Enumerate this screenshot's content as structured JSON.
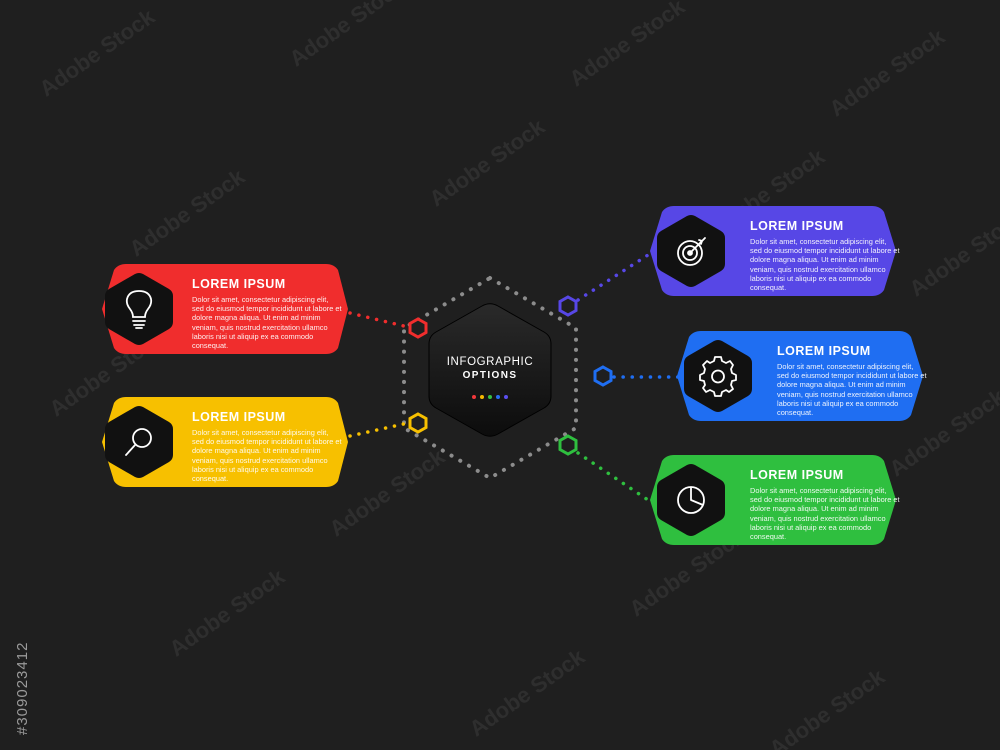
{
  "center": {
    "title": "INFOGRAPHIC",
    "subtitle": "OPTIONS",
    "dot_colors": [
      "#f2383b",
      "#f5b800",
      "#35c043",
      "#2a6cf2",
      "#5b4ff0"
    ]
  },
  "cards": [
    {
      "title": "LOREM IPSUM",
      "body": "Dolor sit amet, consectetur adipiscing elit, sed do eiusmod tempor incididunt ut labore et dolore magna aliqua. Ut enim ad minim veniam, quis nostrud exercitation ullamco laboris nisi ut aliquip ex ea commodo consequat.",
      "icon": "lightbulb-icon",
      "color": "#f02d2d"
    },
    {
      "title": "LOREM IPSUM",
      "body": "Dolor sit amet, consectetur adipiscing elit, sed do eiusmod tempor incididunt ut labore et dolore magna aliqua. Ut enim ad minim veniam, quis nostrud exercitation ullamco laboris nisi ut aliquip ex ea commodo consequat.",
      "icon": "magnifier-icon",
      "color": "#f7c000"
    },
    {
      "title": "LOREM IPSUM",
      "body": "Dolor sit amet, consectetur adipiscing elit, sed do eiusmod tempor incididunt ut labore et dolore magna aliqua. Ut enim ad minim veniam, quis nostrud exercitation ullamco laboris nisi ut aliquip ex ea commodo consequat.",
      "icon": "target-icon",
      "color": "#5747e6"
    },
    {
      "title": "LOREM IPSUM",
      "body": "Dolor sit amet, consectetur adipiscing elit, sed do eiusmod tempor incididunt ut labore et dolore magna aliqua. Ut enim ad minim veniam, quis nostrud exercitation ullamco laboris nisi ut aliquip ex ea commodo consequat.",
      "icon": "gear-icon",
      "color": "#1f6ef2"
    },
    {
      "title": "LOREM IPSUM",
      "body": "Dolor sit amet, consectetur adipiscing elit, sed do eiusmod tempor incididunt ut labore et dolore magna aliqua. Ut enim ad minim veniam, quis nostrud exercitation ullamco laboris nisi ut aliquip ex ea commodo consequat.",
      "icon": "pie-chart-icon",
      "color": "#2fbf3f"
    }
  ],
  "stock_id": "#309023412",
  "watermark": "Adobe Stock"
}
